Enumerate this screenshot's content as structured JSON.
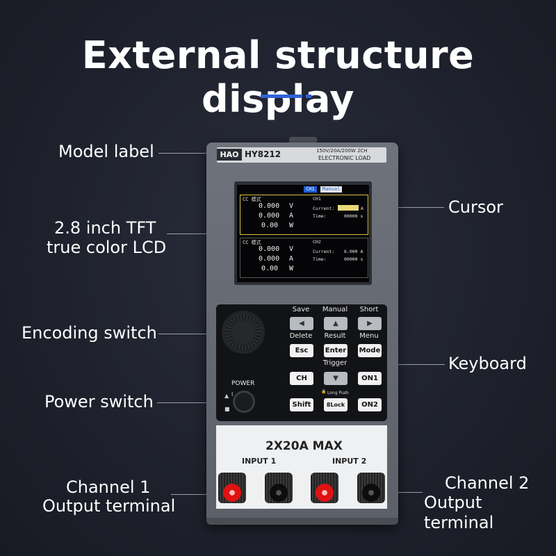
{
  "title": "External structure display",
  "callouts": {
    "model_label": "Model label",
    "lcd_line1": "2.8 inch TFT",
    "lcd_line2": "true color LCD",
    "encoding_switch": "Encoding switch",
    "power_switch": "Power switch",
    "channel1_line1": "Channel 1",
    "channel1_line2": "Output terminal",
    "cursor": "Cursor",
    "keyboard": "Keyboard",
    "channel2_line1": "Channel 2",
    "channel2_line2": "Output terminal"
  },
  "device": {
    "brand": "HAO",
    "model": "HY8212",
    "spec_line1": "150V/20A/200W 2CH",
    "spec_line2": "ELECTRONIC LOAD",
    "screen": {
      "tab_ch": "CH1",
      "tab_mode": "Manual",
      "ch1": {
        "mode": "CC 模式",
        "name": "CH1",
        "voltage": "0.000",
        "voltage_unit": "V",
        "current": "0.000",
        "current_unit": "A",
        "power": "0.00",
        "power_unit": "W",
        "current_label": "Current:",
        "current_set_unit": "A",
        "time_label": "Time:",
        "time_value": "00000 s"
      },
      "ch2": {
        "mode": "CC 模式",
        "name": "CH2",
        "voltage": "0.000",
        "voltage_unit": "V",
        "current": "0.000",
        "current_unit": "A",
        "power": "0.00",
        "power_unit": "W",
        "current_label": "Current:",
        "current_set": "6.000 A",
        "time_label": "Time:",
        "time_value": "00000 s"
      }
    },
    "power_label": "POWER",
    "power_on_mark": "I",
    "keys": {
      "save": "Save",
      "manual": "Manual",
      "short": "Short",
      "delete": "Delete",
      "result": "Result",
      "menu": "Menu",
      "esc": "Esc",
      "enter": "Enter",
      "mode": "Mode",
      "trigger": "Trigger",
      "ch": "CH",
      "on1": "ON1",
      "shift": "Shift",
      "lock": "Lock",
      "lock_prefix": "8",
      "long_push": "Long Push",
      "on2": "ON2"
    },
    "terminal_title": "2X20A MAX",
    "input1": "INPUT 1",
    "input2": "INPUT 2"
  }
}
